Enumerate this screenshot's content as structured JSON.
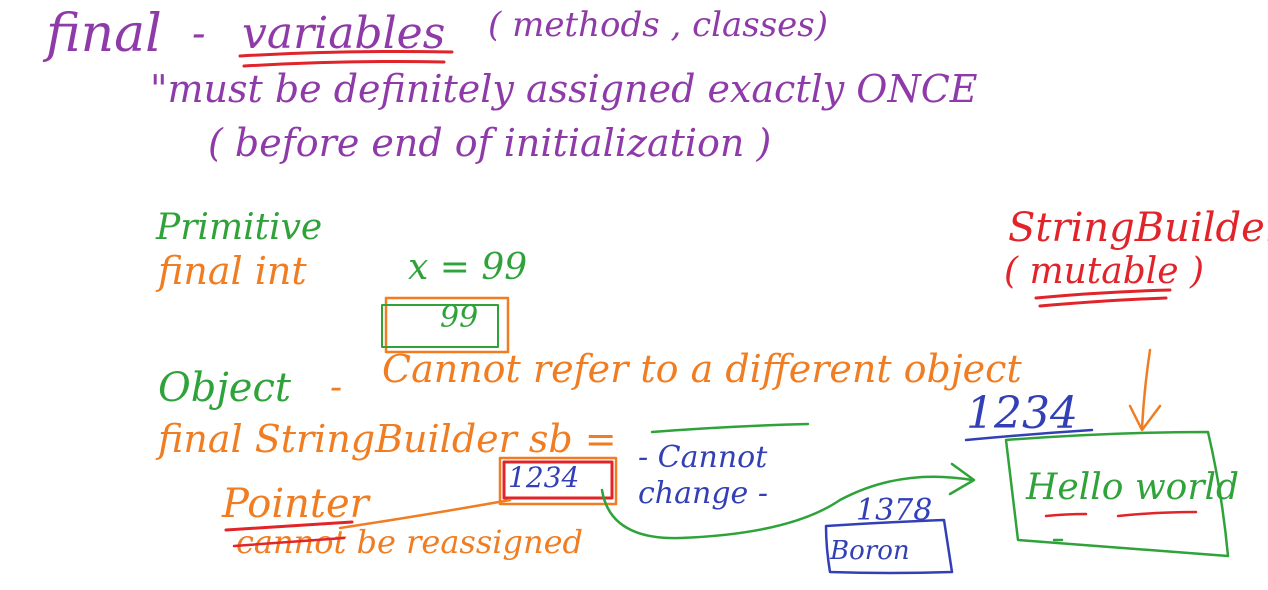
{
  "colors": {
    "purple": "#8e3aa8",
    "green": "#2fa33a",
    "orange": "#f07d22",
    "red": "#e0242a",
    "blue": "#3340b5"
  },
  "notes": {
    "final_word": "final",
    "dash1": "-",
    "variables": "variables",
    "methods_classes": "( methods , classes)",
    "must_assign": "\"must be definitely assigned exactly ONCE",
    "before_init": "( before end of initialization )",
    "primitive": "Primitive",
    "final_int": "final int",
    "x_eq_99": "x = 99",
    "box_99": "99",
    "object": "Object",
    "dash2": "-",
    "cannot_refer": "Cannot refer to a different object",
    "final_sb": "final StringBuilder sb =",
    "ref_1234": "1234",
    "cannot_change": "- Cannot change -",
    "pointer": "Pointer",
    "cannot_reassign": "cannot be reassigned",
    "stringbuilder": "StringBuilder",
    "mutable": "( mutable )",
    "addr_1234": "1234",
    "hello_world": "Hello world",
    "addr_1378": "1378",
    "boron": "Boron"
  }
}
